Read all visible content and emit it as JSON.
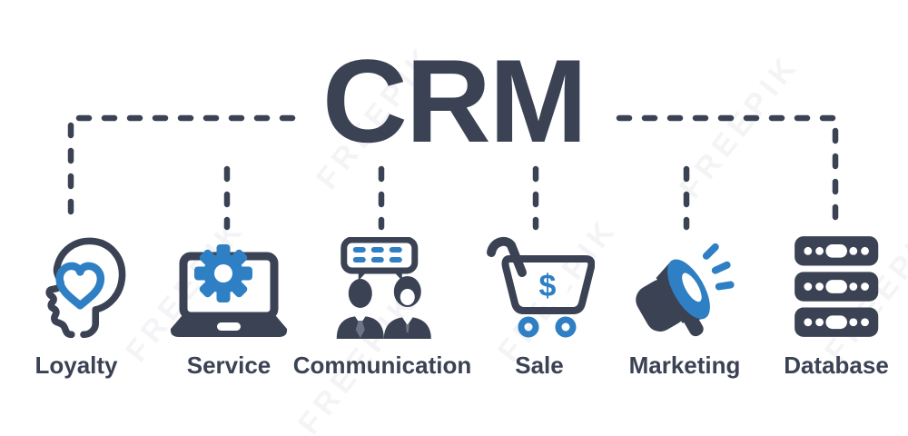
{
  "title": "CRM",
  "watermark": {
    "text": "FREEPIK"
  },
  "colors": {
    "dark": "#3a4254",
    "blue": "#2e7fc3",
    "tie": "#6d7585",
    "watermark_gray": "#8a93a5"
  },
  "items": [
    {
      "id": "loyalty",
      "label": "Loyalty",
      "icon": "head-heart-icon"
    },
    {
      "id": "service",
      "label": "Service",
      "icon": "laptop-gear-icon"
    },
    {
      "id": "communication",
      "label": "Communication",
      "icon": "speech-people-icon"
    },
    {
      "id": "sale",
      "label": "Sale",
      "icon": "cart-dollar-icon",
      "glyph": "$"
    },
    {
      "id": "marketing",
      "label": "Marketing",
      "icon": "megaphone-icon"
    },
    {
      "id": "database",
      "label": "Database",
      "icon": "server-stack-icon"
    }
  ]
}
